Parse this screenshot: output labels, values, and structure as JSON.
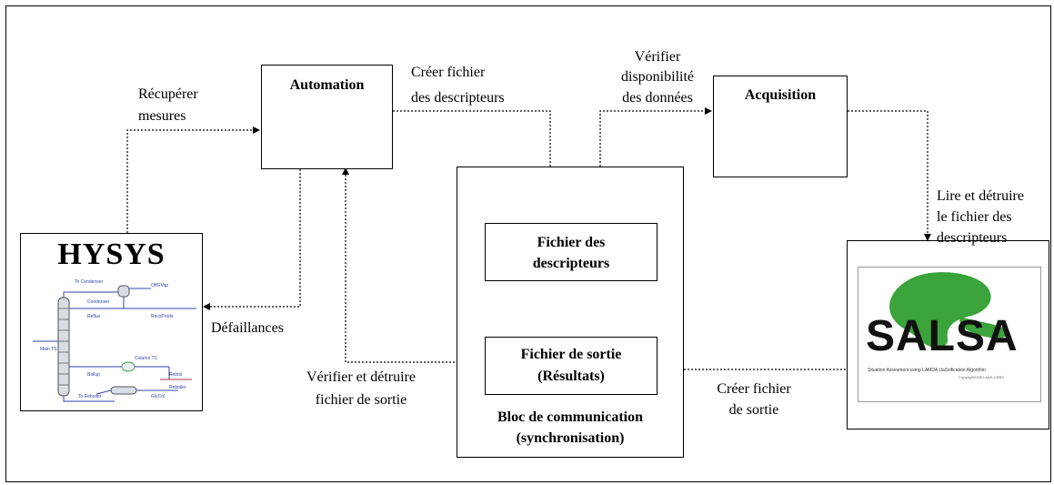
{
  "nodes": {
    "automation": "Automation",
    "acquisition": "Acquisition",
    "fichier_desc": [
      "Fichier des",
      "descripteurs"
    ],
    "fichier_sortie": [
      "Fichier de sortie",
      "(Résultats)"
    ],
    "bloc": [
      "Bloc de communication",
      "(synchronisation)"
    ],
    "hysys": "HYSYS",
    "salsa": {
      "logo_text": "SALSA",
      "subtitle": "Situation Assesment using LAMDA claSsification Algorithm",
      "copyright": "Copyright2006 LAAS-CNRS"
    }
  },
  "edges": {
    "recuperer": [
      "Récupérer",
      "mesures"
    ],
    "creer_desc": [
      "Créer fichier",
      "des descripteurs"
    ],
    "verifier_dispo": [
      "Vérifier",
      "disponibilité",
      "des données"
    ],
    "lire_detruire": [
      "Lire et détruire",
      "le fichier des",
      "descripteurs"
    ],
    "defaillances": "Défaillances",
    "verifier_detruire": [
      "Vérifier et détruire",
      "fichier de sortie"
    ],
    "creer_sortie": [
      "Créer fichier",
      "de sortie"
    ]
  },
  "hysys_diagram": {
    "labels": [
      "To Condenser",
      "OffGVap",
      "Condenser",
      "Reflux",
      "RecyProds",
      "Main TS",
      "Column TC",
      "Reboil",
      "Boilup",
      "Reboiler",
      "To Reboiler",
      "GlyCol"
    ]
  },
  "colors": {
    "line": "#000000",
    "salsa_green": "#3aa33a",
    "hysys_blue": "#3344aa"
  }
}
